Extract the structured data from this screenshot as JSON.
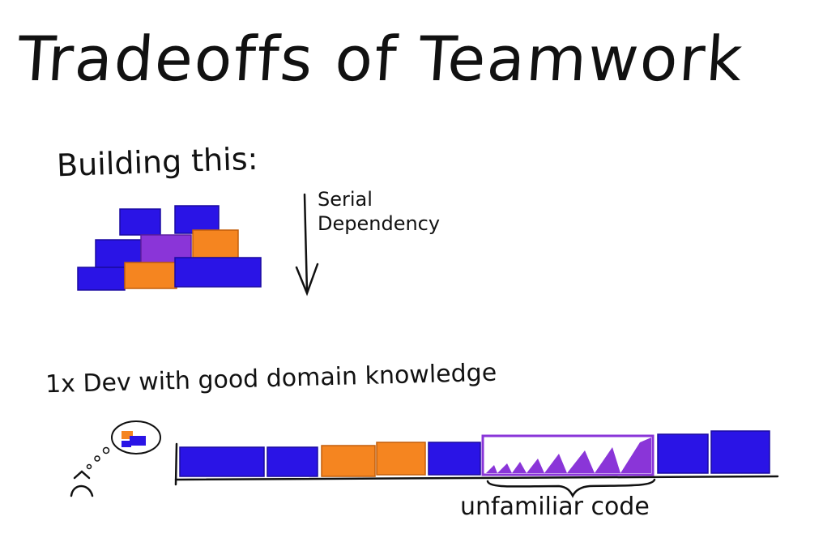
{
  "title": "Tradeoffs of Teamwork",
  "building_label": "Building this:",
  "dependency": {
    "line1": "Serial",
    "line2": "Dependency"
  },
  "dev_label": "1x Dev with good domain knowledge",
  "annotation": "unfamiliar code",
  "colors": {
    "blue": "#2a14e6",
    "orange": "#f58520",
    "purple": "#8a35d8",
    "ink": "#111111"
  },
  "icons": [
    "person-head-icon",
    "thought-bubble-icon",
    "down-arrow-icon"
  ],
  "pyramid_rows": [
    [
      "blue",
      "blue"
    ],
    [
      "blue",
      "purple",
      "orange"
    ],
    [
      "blue",
      "orange",
      "blue"
    ]
  ],
  "timeline_segments": [
    "blue",
    "blue",
    "orange",
    "orange",
    "blue",
    "purple-outline",
    "blue",
    "blue"
  ]
}
